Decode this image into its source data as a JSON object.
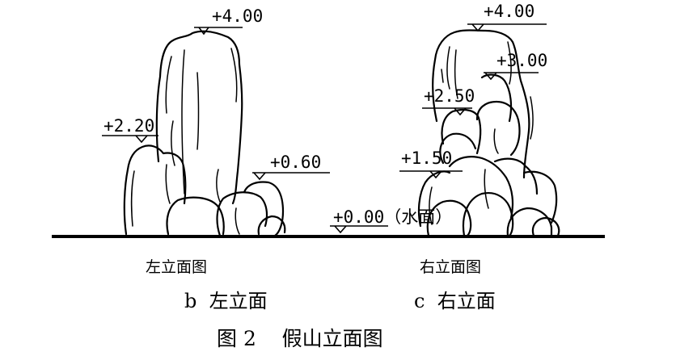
{
  "markers": {
    "left_top": "+4.00",
    "left_mid": "+2.20",
    "left_low": "+0.60",
    "water": "+0.00（水面）",
    "right_top": "+4.00",
    "right_3": "+3.00",
    "right_25": "+2.50",
    "right_15": "+1.50"
  },
  "labels": {
    "left_view": "左立面图",
    "right_view": "右立面图",
    "left_caption": "b  左立面",
    "right_caption": "c  右立面",
    "figure_caption": "图 2    假山立面图"
  },
  "colors": {
    "ink": "#000000",
    "background": "#ffffff"
  }
}
